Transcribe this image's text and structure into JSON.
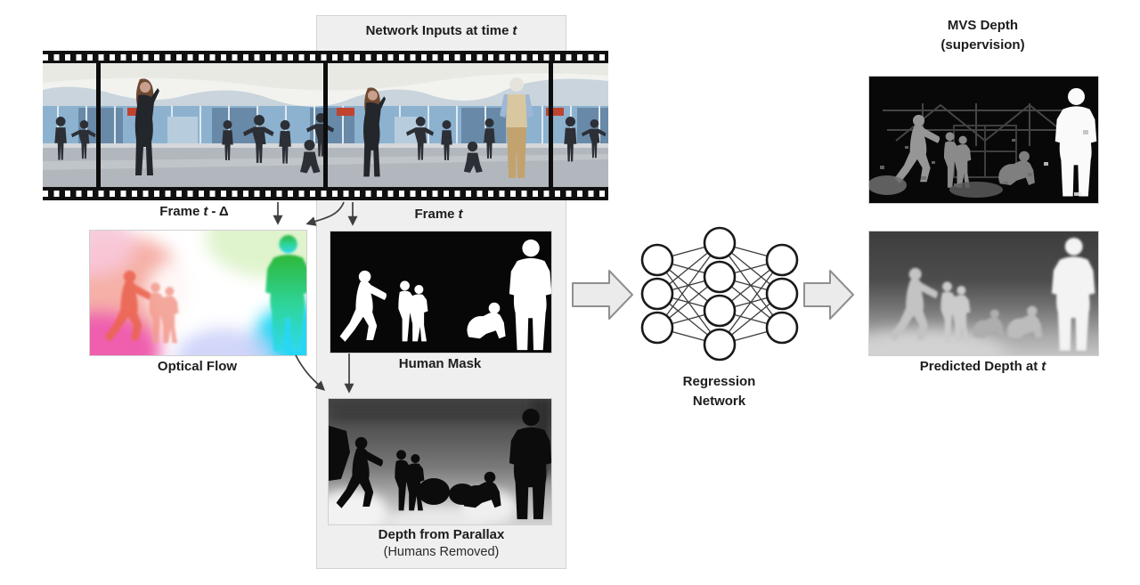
{
  "panel": {
    "title": {
      "prefix": "Network Inputs at time",
      "var": "t"
    }
  },
  "film": {
    "frame_prev": {
      "prefix": "Frame",
      "var": "t",
      "suffix": "- Δ"
    },
    "frame_curr": {
      "prefix": "Frame",
      "var": "t"
    }
  },
  "captions": {
    "optical_flow": "Optical Flow",
    "human_mask": "Human Mask",
    "depth_parallax_1": "Depth from Parallax",
    "depth_parallax_2": "(Humans Removed)",
    "mvs_1": "MVS Depth",
    "mvs_2": "(supervision)",
    "predicted": {
      "prefix": "Predicted Depth at",
      "var": "t"
    }
  },
  "network": {
    "label_1": "Regression",
    "label_2": "Network",
    "layer_sizes": [
      3,
      4,
      3
    ]
  },
  "colors": {
    "panel_bg": "#efefef",
    "connector": "#3f3f3f",
    "block_arrow_fill": "#ebebeb",
    "block_arrow_stroke": "#8f8f8f"
  }
}
